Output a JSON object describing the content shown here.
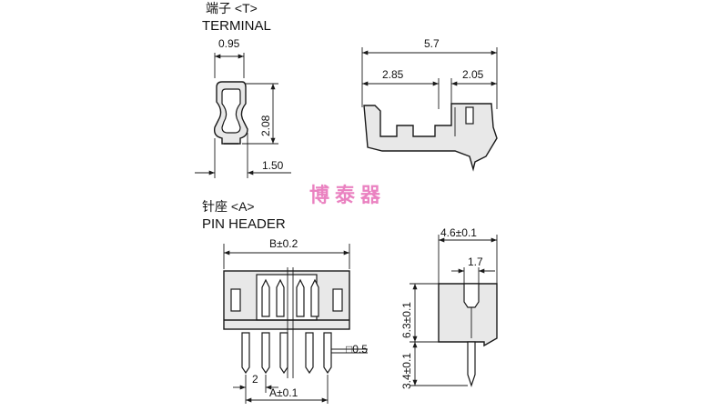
{
  "terminal": {
    "title_cn": "端子 <T>",
    "title_en": "TERMINAL",
    "dims": {
      "top_width": "0.95",
      "height": "2.08",
      "bottom_width": "1.50",
      "overall_length": "5.7",
      "left_length": "2.85",
      "right_length": "2.05"
    }
  },
  "watermark": "博泰器",
  "pin_header": {
    "title_cn": "针座 <A>",
    "title_en": "PIN HEADER",
    "dims": {
      "b_width": "B±0.2",
      "a_width": "A±0.1",
      "pitch": "2",
      "pin_square": "□0.5",
      "depth": "4.6±0.1",
      "slot_width": "1.7",
      "body_height": "6.3±0.1",
      "pin_length": "3.4±0.1"
    }
  },
  "colors": {
    "line": "#1a1a1a",
    "part_fill": "#e8e8e8",
    "watermark": "#e040a0"
  }
}
